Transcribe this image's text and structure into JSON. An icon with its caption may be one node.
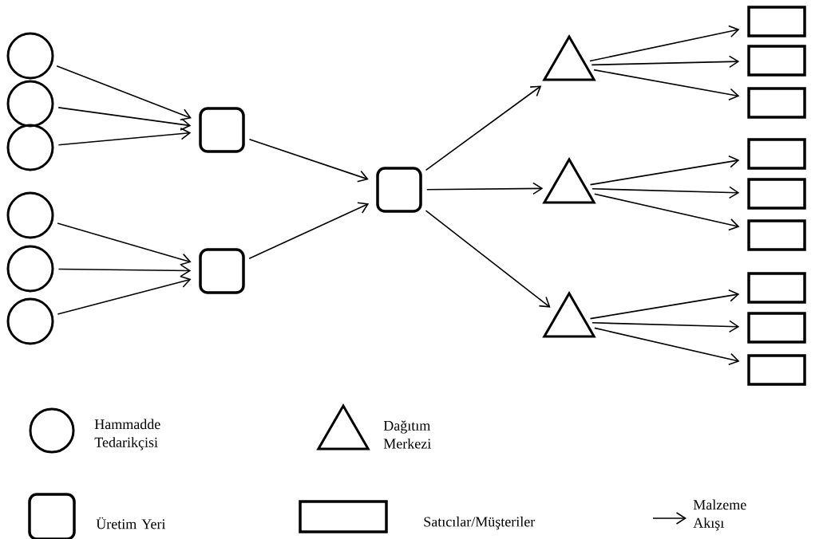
{
  "diagram": {
    "nodes": [
      {
        "text": [],
        "shape": "circle"
      },
      {
        "text": [],
        "shape": "circle"
      },
      {
        "text": [],
        "shape": "circle"
      },
      {
        "text": [],
        "shape": "circle"
      },
      {
        "text": [],
        "shape": "circle"
      },
      {
        "text": [],
        "shape": "circle"
      },
      {
        "text": [],
        "shape": "box"
      },
      {
        "text": [],
        "shape": "box"
      },
      {
        "text": [],
        "shape": "box"
      },
      {
        "text": [],
        "shape": "triangle"
      },
      {
        "text": [],
        "shape": "triangle"
      },
      {
        "text": [],
        "shape": "triangle"
      },
      {
        "text": [],
        "shape": "bar"
      },
      {
        "text": [],
        "shape": "bar"
      },
      {
        "text": [],
        "shape": "bar"
      },
      {
        "text": [],
        "shape": "bar"
      },
      {
        "text": [],
        "shape": "bar"
      },
      {
        "text": [],
        "shape": "bar"
      },
      {
        "text": [],
        "shape": "bar"
      },
      {
        "text": [],
        "shape": "bar"
      },
      {
        "text": [],
        "shape": "bar"
      }
    ],
    "edges": [
      {
        "from": 0,
        "to": 6,
        "arrow": "to"
      },
      {
        "from": 1,
        "to": 6,
        "arrow": "to"
      },
      {
        "from": 2,
        "to": 6,
        "arrow": "to"
      },
      {
        "from": 3,
        "to": 7,
        "arrow": "to"
      },
      {
        "from": 4,
        "to": 7,
        "arrow": "to"
      },
      {
        "from": 5,
        "to": 7,
        "arrow": "to"
      },
      {
        "from": 6,
        "to": 8,
        "arrow": "to"
      },
      {
        "from": 7,
        "to": 8,
        "arrow": "to"
      },
      {
        "from": 8,
        "to": 9,
        "arrow": "to"
      },
      {
        "from": 8,
        "to": 10,
        "arrow": "to"
      },
      {
        "from": 8,
        "to": 11,
        "arrow": "to"
      },
      {
        "from": 9,
        "to": 12,
        "arrow": "to"
      },
      {
        "from": 9,
        "to": 13,
        "arrow": "to"
      },
      {
        "from": 9,
        "to": 14,
        "arrow": "to"
      },
      {
        "from": 10,
        "to": 15,
        "arrow": "to"
      },
      {
        "from": 10,
        "to": 16,
        "arrow": "to"
      },
      {
        "from": 10,
        "to": 17,
        "arrow": "to"
      },
      {
        "from": 11,
        "to": 18,
        "arrow": "to"
      },
      {
        "from": 11,
        "to": 19,
        "arrow": "to"
      },
      {
        "from": 11,
        "to": 20,
        "arrow": "to"
      }
    ],
    "legend": [
      {
        "text": "Hammadde Tedarikçisi"
      },
      {
        "text": "Dağıtım Merkezi"
      },
      {
        "text": "Üretim Yeri"
      },
      {
        "text": "Satıcılar/Müşteriler"
      },
      {
        "text": "Malzeme Akışı"
      }
    ]
  }
}
